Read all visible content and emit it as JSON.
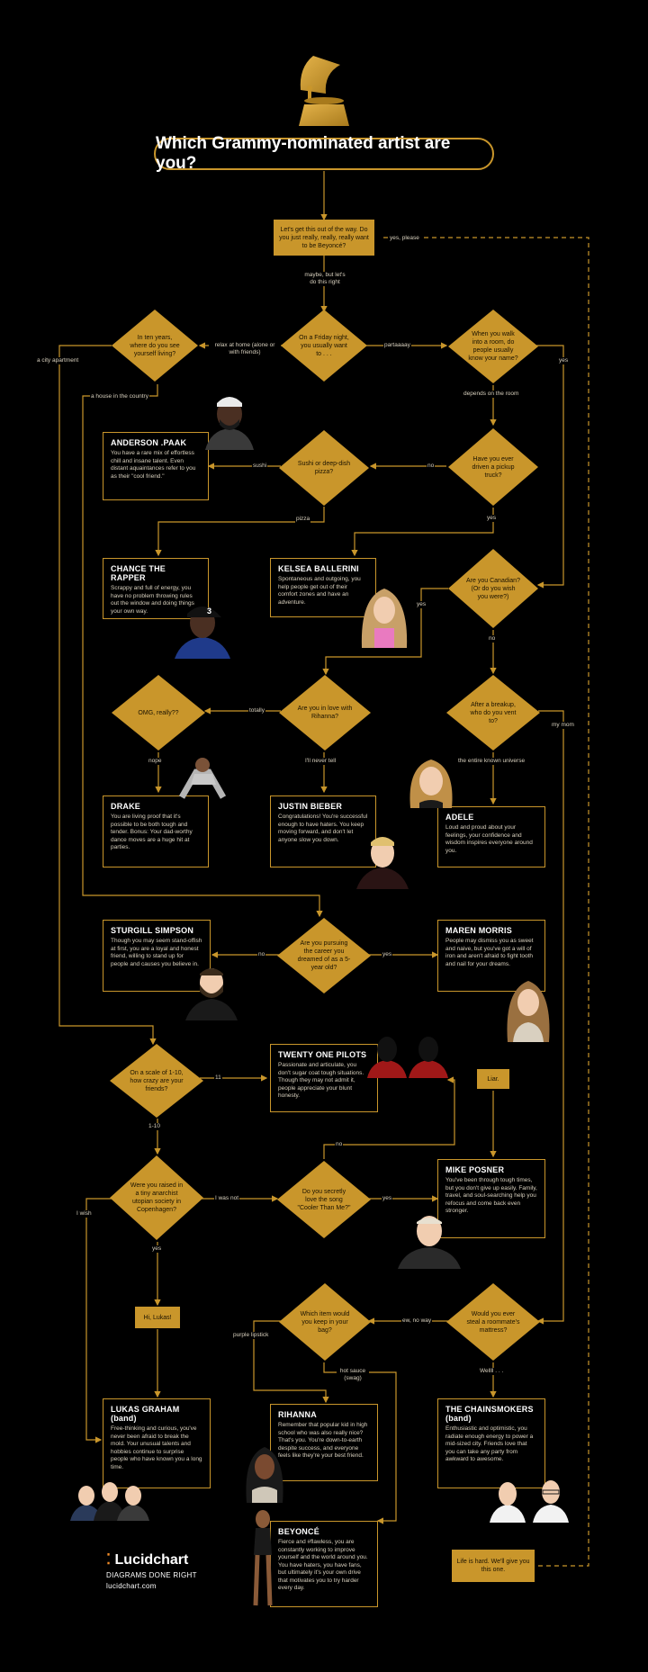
{
  "title": "Which Grammy-nominated artist are you?",
  "start_box": "Let's get this out of the way. Do you just really, really, really want to be Beyoncé?",
  "questions": {
    "friday": "On a Friday night, you usually want to . . .",
    "ten_years": "In ten years, where do you see yourself living?",
    "walk_into_room": "When you walk into a room, do people usually know your name?",
    "sushi": "Sushi or deep-dish pizza?",
    "pickup": "Have you ever driven a pickup truck?",
    "canadian": "Are you Canadian? (Or do you wish you were?)",
    "omg": "OMG, really??",
    "rihanna": "Are you in love with Rihanna?",
    "breakup": "After a breakup, who do you vent to?",
    "pursuing": "Are you pursuing the career you dreamed of as a 5-year old?",
    "scale": "On a scale of 1-10, how crazy are your friends?",
    "copenhagen": "Were you raised in a tiny anarchist utopian society in Copenhagen?",
    "cooler": "Do you secretly love the song \"Cooler Than Me?\"",
    "bag": "Which item would you keep in your bag?",
    "mattress": "Would you ever steal a roommate's mattress?"
  },
  "boxes": {
    "liar": "Liar.",
    "hi_lukas": "Hi, Lukas!",
    "life_hard": "Life is hard. We'll give you this one."
  },
  "edges": {
    "yes_please": "yes, please",
    "maybe": "maybe, but let's do this right",
    "relax": "relax at home (alone or with friends)",
    "partaaay": "partaaaay",
    "city_apartment": "a city apartment",
    "house_country": "a house in the country",
    "yes_name": "yes",
    "depends": "depends on the room",
    "sushi": "sushi",
    "no_pickup": "no",
    "pizza": "pizza",
    "yes_pickup": "yes",
    "yes_canadian": "yes",
    "no_canadian": "no",
    "totally": "totally",
    "nope": "nope",
    "never_tell": "I'll never tell",
    "my_mom": "my mom",
    "universe": "the entire known universe",
    "no_pursuing": "no",
    "yes_pursuing": "yes",
    "eleven": "11",
    "one_ten": "1-10",
    "was_not": "I was not",
    "i_wish": "I wish",
    "yes_cph": "yes",
    "no_cooler": "no",
    "yes_cooler": "yes",
    "ew_no_way": "ew, no way",
    "purple": "purple lipstick",
    "hot_sauce": "hot sauce (swag)",
    "wellll": "Wellll . . ."
  },
  "results": [
    {
      "name": "ANDERSON .PAAK",
      "text": "You have a rare mix of effortless chill and insane talent. Even distant aquaintances refer to you as their \"cool friend.\""
    },
    {
      "name": "CHANCE THE RAPPER",
      "text": "Scrappy and full of energy, you have no problem throwing rules out the window and doing things your own way."
    },
    {
      "name": "KELSEA BALLERINI",
      "text": "Spontaneous and outgoing, you help people get out of their comfort zones and have an adventure."
    },
    {
      "name": "DRAKE",
      "text": "You are living proof that it's possible to be both tough and tender. Bonus: Your dad-worthy dance moves are a huge hit at parties."
    },
    {
      "name": "JUSTIN BIEBER",
      "text": "Congratulations! You're successful enough to have haters. You keep moving forward, and don't let anyone slow you down."
    },
    {
      "name": "ADELE",
      "text": "Loud and proud about your feelings, your confidence and wisdom inspires everyone around you."
    },
    {
      "name": "STURGILL SIMPSON",
      "text": "Though you may seem stand-offish at first, you are a loyal and honest friend, willing to stand up for people and causes you believe in."
    },
    {
      "name": "MAREN MORRIS",
      "text": "People may dismiss you as sweet and naive, but you've got a will of iron and aren't afraid to fight tooth and nail for your dreams."
    },
    {
      "name": "TWENTY ONE PILOTS",
      "text": "Passionate and articulate, you don't sugar coat tough situations. Though they may not admit it, people appreciate your blunt honesty."
    },
    {
      "name": "MIKE POSNER",
      "text": "You've been through tough times, but you don't give up easily. Family, travel, and soul-searching help you refocus and come back even stronger."
    },
    {
      "name": "LUKAS GRAHAM (band)",
      "text": "Free-thinking and curious, you've never been afraid to break the mold. Your unusual talents and hobbies continue to surprise people who have known you a long time."
    },
    {
      "name": "RIHANNA",
      "text": "Remember that popular kid in high school who was also really nice? That's you. You're down-to-earth despite success, and everyone feels like they're your best friend."
    },
    {
      "name": "THE CHAINSMOKERS (band)",
      "text": "Enthusiastic and optimistic, you radiate enough energy to power a mid-sized city. Friends love that you can take any party from awkward to awesome."
    },
    {
      "name": "BEYONCÉ",
      "text": "Fierce and #flawless, you are constantly working to improve yourself and the world around you. You have haters, you have fans, but ultimately it's your own drive that motivates you to try harder every day."
    }
  ],
  "brand": {
    "logo": "Lucidchart",
    "tagline": "DIAGRAMS DONE RIGHT",
    "url": "lucidchart.com"
  },
  "colors": {
    "gold": "#c9962b",
    "background": "#000000"
  }
}
